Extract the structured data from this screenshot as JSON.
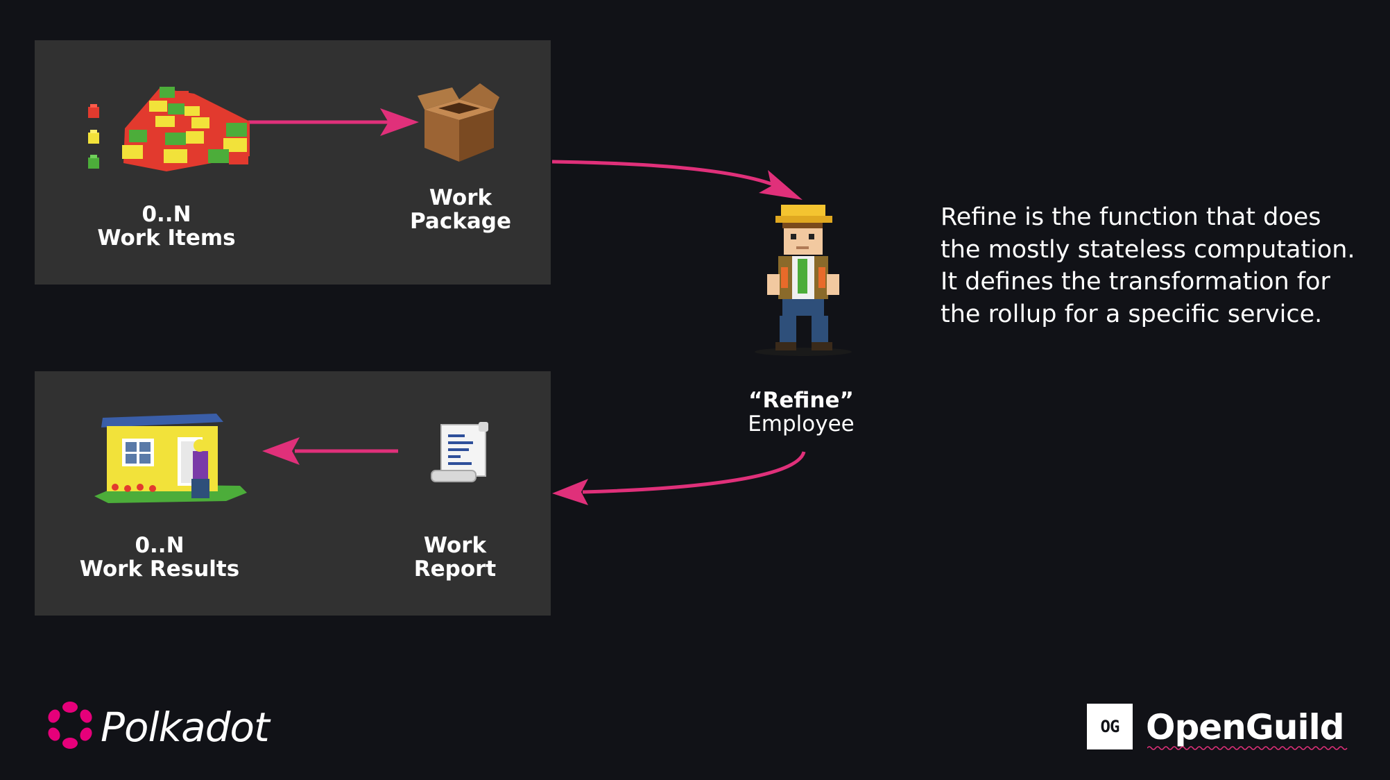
{
  "colors": {
    "background": "#111217",
    "panel": "#313131",
    "arrow": "#e0307a",
    "text": "#ffffff"
  },
  "top_panel": {
    "work_items": {
      "line1": "0..N",
      "line2": "Work Items",
      "icon": "lego-bricks-pile-icon"
    },
    "work_package": {
      "line1": "Work",
      "line2": "Package",
      "icon": "cardboard-box-icon"
    }
  },
  "bottom_panel": {
    "work_results": {
      "line1": "0..N",
      "line2": "Work Results",
      "icon": "lego-house-icon"
    },
    "work_report": {
      "line1": "Work",
      "line2": "Report",
      "icon": "paper-scroll-icon"
    }
  },
  "employee": {
    "title": "“Refine”",
    "subtitle": "Employee",
    "icon": "construction-worker-icon"
  },
  "description": "Refine is the function that does the mostly stateless computation. It defines the transformation for the rollup for a specific service.",
  "footer": {
    "polkadot": "Polkadot",
    "openguild_badge": "OG",
    "openguild": "OpenGuild"
  }
}
